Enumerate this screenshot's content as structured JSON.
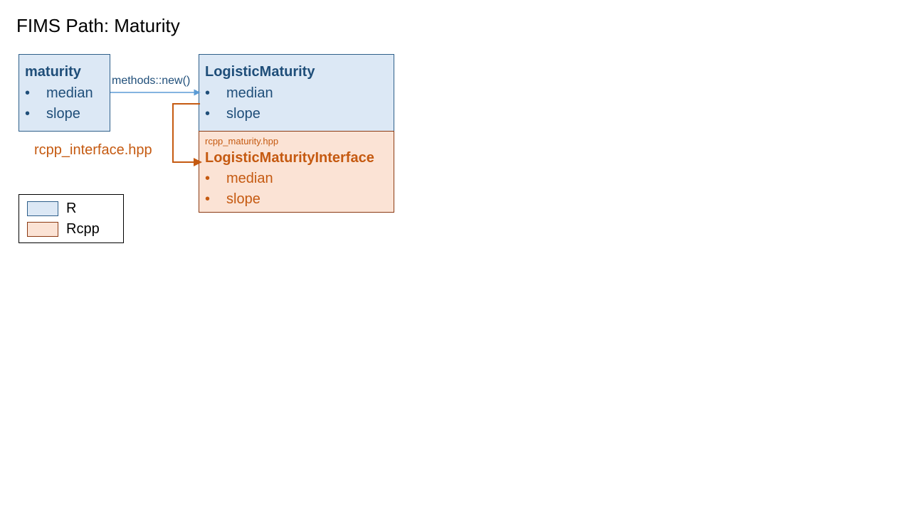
{
  "title": "FIMS Path: Maturity",
  "colors": {
    "r_fill": "#dce8f5",
    "r_border": "#2e5f8a",
    "r_text": "#1f4e79",
    "rcpp_fill": "#fbe3d5",
    "rcpp_border": "#8b3a13",
    "rcpp_text": "#c55a11",
    "arrow_blue": "#5b9bd5",
    "arrow_orange": "#c55a11"
  },
  "nodes": {
    "maturity": {
      "title": "maturity",
      "bullet": "•",
      "items": [
        "median",
        "slope"
      ]
    },
    "logistic_maturity": {
      "title": "LogisticMaturity",
      "bullet": "•",
      "items": [
        "median",
        "slope"
      ]
    },
    "logistic_maturity_interface": {
      "file": "rcpp_maturity.hpp",
      "title": "LogisticMaturityInterface",
      "bullet": "•",
      "items": [
        "median",
        "slope"
      ]
    }
  },
  "edges": {
    "methods_new": "methods::new()",
    "rcpp_interface": "rcpp_interface.hpp"
  },
  "legend": {
    "items": [
      {
        "label": "R"
      },
      {
        "label": "Rcpp"
      }
    ]
  }
}
